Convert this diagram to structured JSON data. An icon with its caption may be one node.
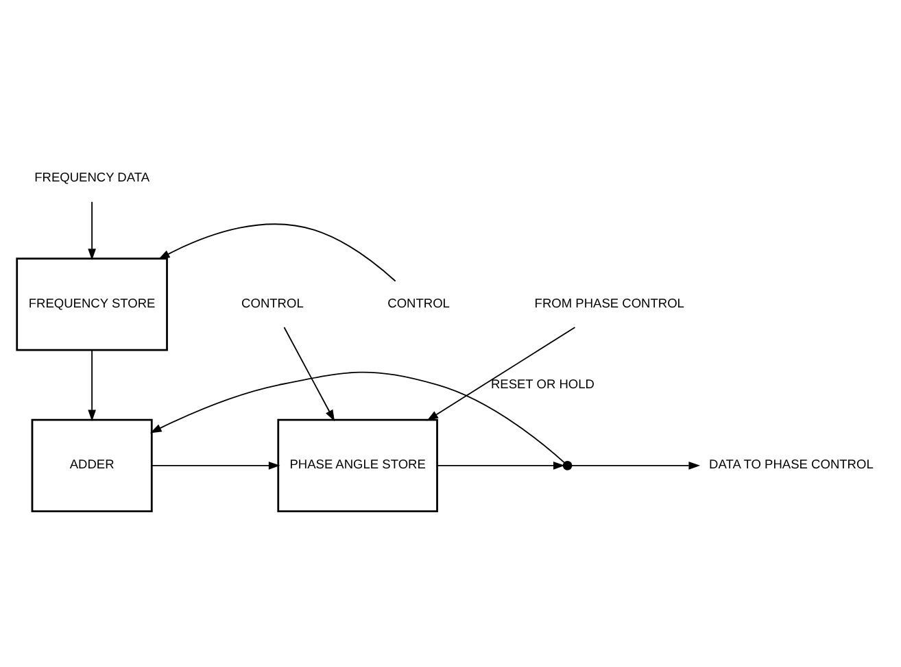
{
  "diagram": {
    "nodes": [
      {
        "text": [
          "FREQUENCY DATA"
        ]
      },
      {
        "text": [
          "CONTROL"
        ]
      },
      {
        "text": [
          "FREQUENCY STORE"
        ]
      },
      {
        "text": [
          "ADDER"
        ]
      },
      {
        "text": [
          "PHASE ANGLE STORE"
        ]
      },
      {
        "text": [
          "FROM PHASE CONTROL"
        ]
      },
      {
        "text": [
          "DATA TO PHASE CONTROL"
        ]
      },
      {
        "text": [
          "CONTROL"
        ]
      },
      {
        "text": [],
        "shape": "circle"
      }
    ],
    "edges": [
      {
        "from": 0,
        "to": 2,
        "arrow": "to"
      },
      {
        "from": 1,
        "to": 2,
        "arrow": "to"
      },
      {
        "from": 2,
        "to": 3,
        "arrow": "to"
      },
      {
        "from": 3,
        "to": 4,
        "arrow": "to"
      },
      {
        "from": 5,
        "to": 4,
        "arrow": "to",
        "label": "RESET OR HOLD"
      },
      {
        "from": 4,
        "to": 8,
        "arrow": "to"
      },
      {
        "from": 8,
        "to": 6,
        "arrow": "to"
      },
      {
        "from": 8,
        "to": 3,
        "arrow": "to"
      },
      {
        "from": 7,
        "to": 4,
        "arrow": "to"
      }
    ]
  }
}
